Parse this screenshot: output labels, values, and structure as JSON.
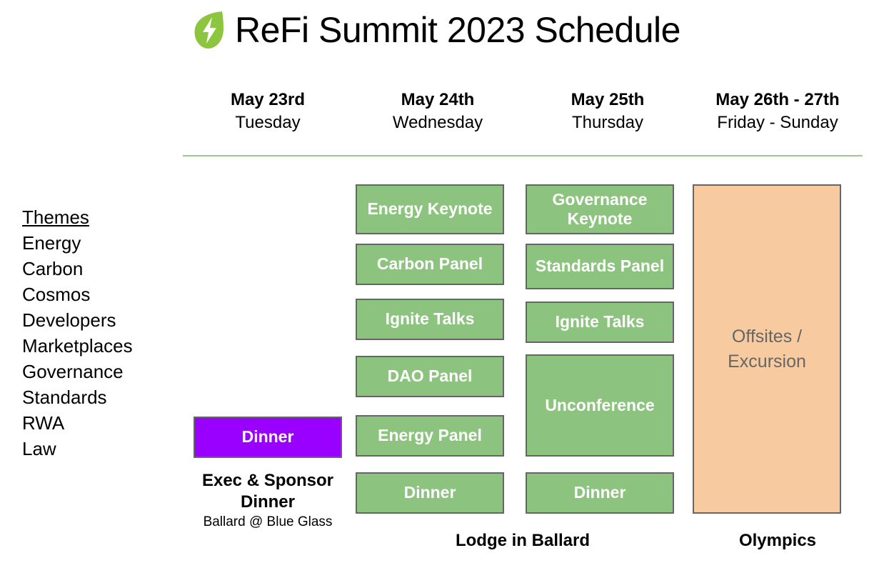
{
  "header": {
    "logo_icon": "leaf-bolt-logo",
    "logo_color": "#8cc63f",
    "title": "ReFi Summit 2023 Schedule"
  },
  "columns": [
    {
      "date": "May 23rd",
      "day": "Tuesday"
    },
    {
      "date": "May 24th",
      "day": "Wednesday"
    },
    {
      "date": "May 25th",
      "day": "Thursday"
    },
    {
      "date": "May 26th - 27th",
      "day": "Friday - Sunday"
    }
  ],
  "themes": {
    "heading": "Themes",
    "items": [
      "Energy",
      "Carbon",
      "Cosmos",
      "Developers",
      "Marketplaces",
      "Governance",
      "Standards",
      "RWA",
      "Law"
    ]
  },
  "schedule": {
    "tuesday": {
      "events": [
        {
          "label": "Dinner",
          "color": "purple"
        }
      ]
    },
    "wednesday": {
      "events": [
        {
          "label": "Energy Keynote",
          "color": "green"
        },
        {
          "label": "Carbon Panel",
          "color": "green"
        },
        {
          "label": "Ignite Talks",
          "color": "green"
        },
        {
          "label": "DAO Panel",
          "color": "green"
        },
        {
          "label": "Energy Panel",
          "color": "green"
        },
        {
          "label": "Dinner",
          "color": "green"
        }
      ]
    },
    "thursday": {
      "events": [
        {
          "label": "Governance Keynote",
          "color": "green"
        },
        {
          "label": "Standards Panel",
          "color": "green"
        },
        {
          "label": "Ignite Talks",
          "color": "green"
        },
        {
          "label": "Unconference",
          "color": "green"
        },
        {
          "label": "Dinner",
          "color": "green"
        }
      ]
    },
    "friday_sunday": {
      "events": [
        {
          "label": "Offsites / Excursion",
          "color": "orange"
        }
      ]
    }
  },
  "footers": {
    "tuesday_title": "Exec & Sponsor Dinner",
    "tuesday_venue": "Ballard @ Blue Glass",
    "midweek_venue": "Lodge in Ballard",
    "weekend_venue": "Olympics"
  },
  "colors": {
    "green_block": "#8cc47f",
    "purple_block": "#9900ff",
    "orange_block": "#f7caa0",
    "block_border": "#666666",
    "divider": "#9ccc8a",
    "logo_green": "#8cc63f"
  }
}
